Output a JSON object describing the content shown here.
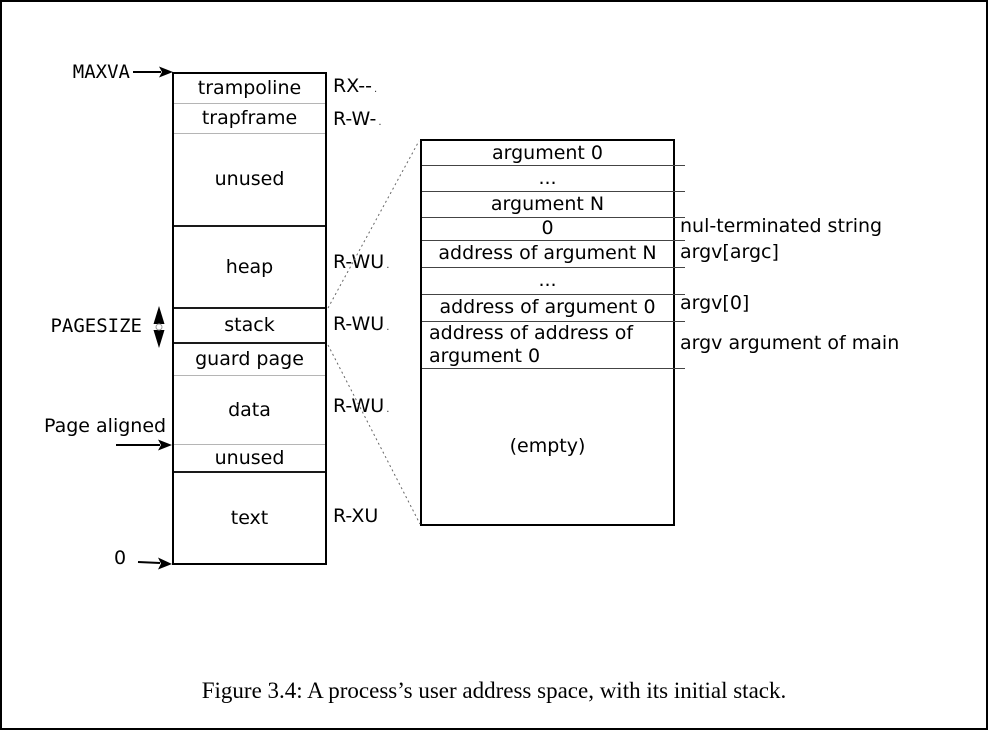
{
  "figure": {
    "caption": "Figure 3.4: A process’s user address space, with its initial stack."
  },
  "address_space": {
    "maxva_label": "MAXVA",
    "pagesize_label": "PAGESIZE",
    "page_aligned_label": "Page aligned",
    "zero_label": "0",
    "segments": [
      {
        "name": "trampoline",
        "perm": "RX--",
        "perm_dot": "."
      },
      {
        "name": "trapframe",
        "perm": "R-W-",
        "perm_dot": "."
      },
      {
        "name": "unused",
        "perm": "",
        "perm_dot": ""
      },
      {
        "name": "heap",
        "perm": "R-WU",
        "perm_dot": "."
      },
      {
        "name": "stack",
        "perm": "R-WU",
        "perm_dot": "."
      },
      {
        "name": "guard page",
        "perm": "",
        "perm_dot": ""
      },
      {
        "name": "data",
        "perm": "R-WU",
        "perm_dot": "."
      },
      {
        "name": "unused",
        "perm": "",
        "perm_dot": ""
      },
      {
        "name": "text",
        "perm": "R-XU",
        "perm_dot": ""
      }
    ]
  },
  "stack_detail": {
    "rows": [
      "argument 0",
      "...",
      "argument N",
      "0",
      "address of argument N",
      "...",
      "address of argument 0",
      "address of address of argument 0"
    ],
    "empty_label": "(empty)",
    "annotations": [
      {
        "text": "nul-terminated string"
      },
      {
        "text": "argv[argc]"
      },
      {
        "text": "argv[0]"
      },
      {
        "text": "argv argument of main"
      }
    ]
  },
  "colors": {
    "line": "#000000",
    "light_divider": "#b5b5b5",
    "dashed_line": "#666666"
  }
}
